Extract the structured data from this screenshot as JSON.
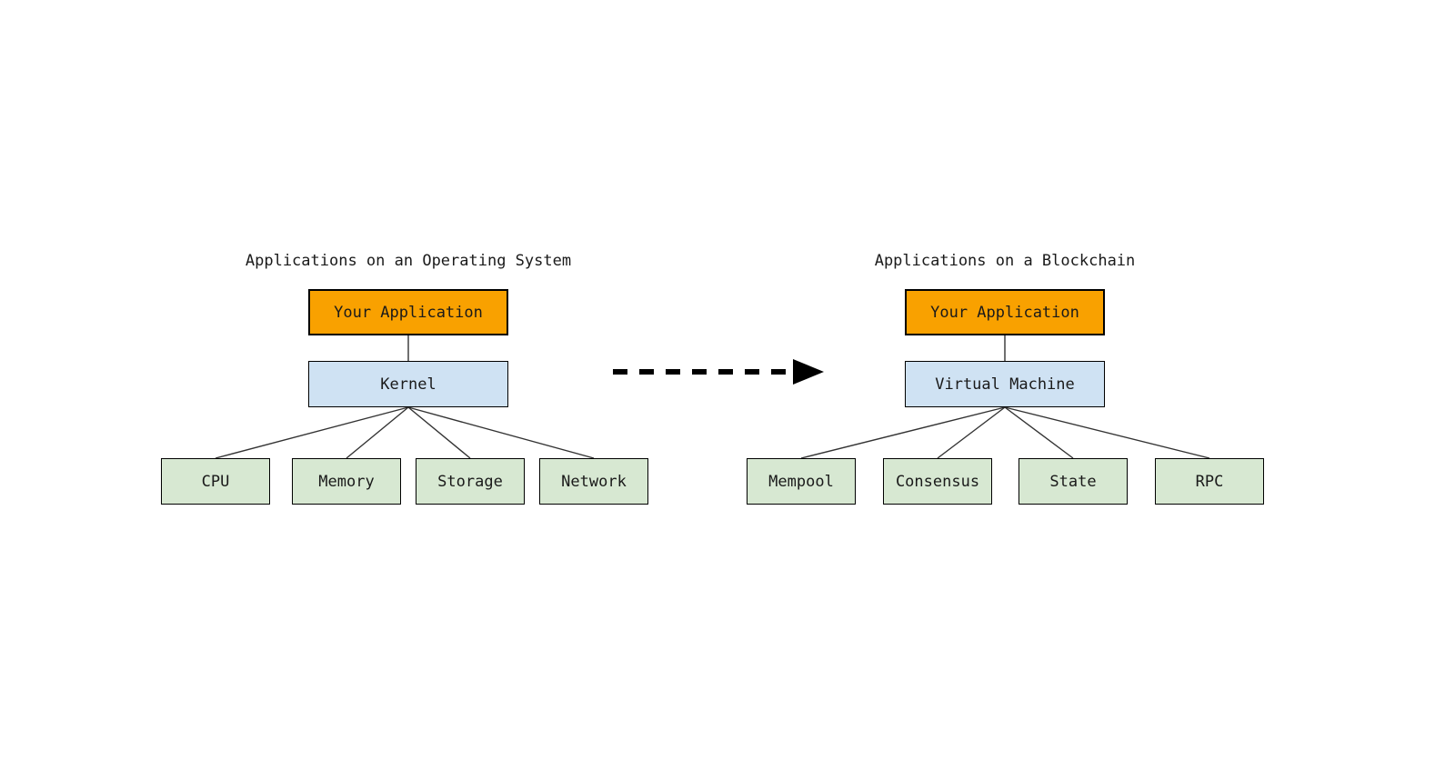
{
  "page": {
    "background": "#ffffff"
  },
  "colors": {
    "app_box_fill": "#F9A100",
    "middle_box_fill": "#CFE2F3",
    "component_box_fill": "#D7E8D2",
    "box_border": "#000000",
    "connector_line": "#333333",
    "arrow": "#000000"
  },
  "os_diagram": {
    "title": "Applications on an Operating System",
    "app_box": "Your Application",
    "middle_box": "Kernel",
    "components": [
      "CPU",
      "Memory",
      "Storage",
      "Network"
    ]
  },
  "blockchain_diagram": {
    "title": "Applications on a Blockchain",
    "app_box": "Your Application",
    "middle_box": "Virtual Machine",
    "components": [
      "Mempool",
      "Consensus",
      "State",
      "RPC"
    ]
  },
  "transition": {
    "arrow_icon": "dashed-right-arrow"
  }
}
